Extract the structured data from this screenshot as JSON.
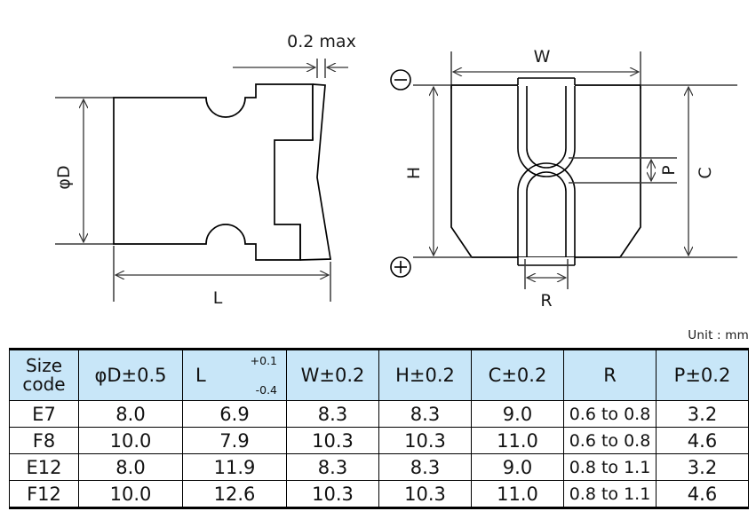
{
  "drawing": {
    "side_view": {
      "label_diameter": "φD",
      "label_length": "L",
      "label_max_thickness": "0.2 max"
    },
    "bottom_view": {
      "label_width": "W",
      "label_height": "H",
      "label_c": "C",
      "label_p": "P",
      "label_r": "R",
      "polarity_negative": "⊖",
      "polarity_positive": "⊕"
    }
  },
  "unit_note": "Unit : mm",
  "table": {
    "headers": [
      {
        "id": "size-code",
        "line1": "Size",
        "line2": "code"
      },
      {
        "id": "phi-d",
        "text": "φD±0.5"
      },
      {
        "id": "l",
        "text": "L",
        "tol_upper": "+0.1",
        "tol_lower": "-0.4"
      },
      {
        "id": "w",
        "text": "W±0.2"
      },
      {
        "id": "h",
        "text": "H±0.2"
      },
      {
        "id": "c",
        "text": "C±0.2"
      },
      {
        "id": "r",
        "text": "R"
      },
      {
        "id": "p",
        "text": "P±0.2"
      }
    ],
    "rows": [
      {
        "size_code": "E7",
        "phi_d": "8.0",
        "l": "6.9",
        "w": "8.3",
        "h": "8.3",
        "c": "9.0",
        "r": "0.6 to 0.8",
        "p": "3.2"
      },
      {
        "size_code": "F8",
        "phi_d": "10.0",
        "l": "7.9",
        "w": "10.3",
        "h": "10.3",
        "c": "11.0",
        "r": "0.6 to 0.8",
        "p": "4.6"
      },
      {
        "size_code": "E12",
        "phi_d": "8.0",
        "l": "11.9",
        "w": "8.3",
        "h": "8.3",
        "c": "9.0",
        "r": "0.8 to 1.1",
        "p": "3.2"
      },
      {
        "size_code": "F12",
        "phi_d": "10.0",
        "l": "12.6",
        "w": "10.3",
        "h": "10.3",
        "c": "11.0",
        "r": "0.8 to 1.1",
        "p": "4.6"
      }
    ]
  },
  "colors": {
    "header_fill": "#c8e6f8",
    "line": "#000000",
    "dimension_line": "#3a3a3a"
  }
}
